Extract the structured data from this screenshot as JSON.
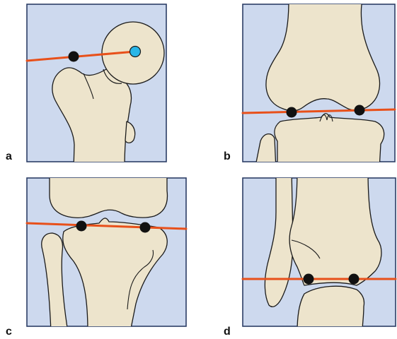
{
  "figure": {
    "panels": [
      {
        "label": "a"
      },
      {
        "label": "b"
      },
      {
        "label": "c"
      },
      {
        "label": "d"
      }
    ]
  },
  "colors": {
    "panel_background": "#cdd9ee",
    "panel_border": "#2c3e66",
    "bone_fill": "#ede4cc",
    "axis_line": "#e8501a",
    "center_point": "#29b6e8",
    "landmark_point": "#111111"
  }
}
